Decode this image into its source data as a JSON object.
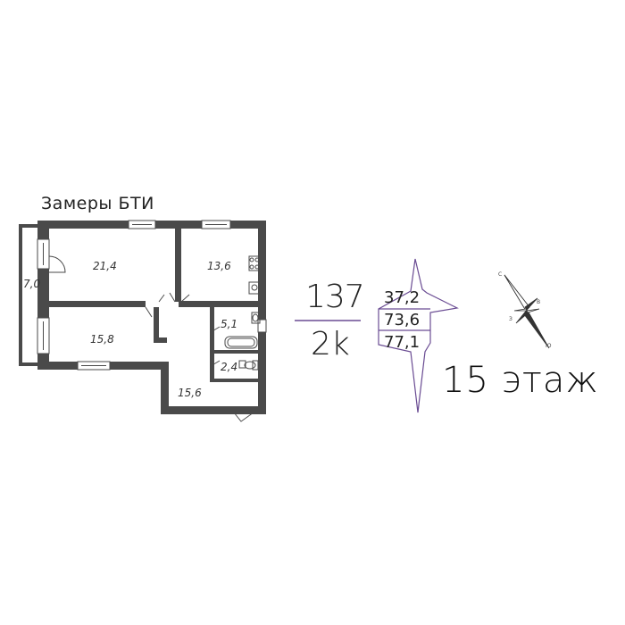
{
  "header": {
    "measurements_label": "Замеры БТИ"
  },
  "plan": {
    "rooms": [
      {
        "id": "balcony",
        "area": "7,0"
      },
      {
        "id": "room-1",
        "area": "21,4"
      },
      {
        "id": "kitchen",
        "area": "13,6"
      },
      {
        "id": "room-2",
        "area": "15,8"
      },
      {
        "id": "bathroom",
        "area": "5,1"
      },
      {
        "id": "toilet",
        "area": "2,4"
      },
      {
        "id": "hall",
        "area": "15,6"
      }
    ]
  },
  "apartment": {
    "number": "137",
    "rooms_label": "2k",
    "living_area": "37,2",
    "total_area": "73,6",
    "total_area_with_balcony": "77,1"
  },
  "compass": {
    "north": "С",
    "east": "В",
    "west": "З",
    "south": "Ю"
  },
  "floor": {
    "number": "15",
    "label": "этаж"
  },
  "colors": {
    "accent": "#6a4c93",
    "walls": "#4a4a4a",
    "text": "#222222"
  }
}
